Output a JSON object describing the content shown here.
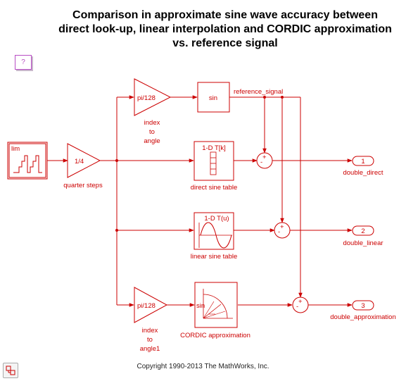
{
  "title_lines": [
    "Comparison in approximate sine wave accuracy between",
    "direct look-up, linear interpolation and CORDIC approximation",
    "vs. reference signal"
  ],
  "help_label": "?",
  "copyright": "Copyright 1990-2013 The MathWorks, Inc.",
  "colors": {
    "wire": "#cc0000",
    "help": "#b84dc4"
  },
  "blocks": {
    "counter": {
      "label": "lim",
      "icon": "staircase-icon"
    },
    "quarter_steps": {
      "gain": "1/4",
      "label": "quarter steps"
    },
    "gain_top": {
      "gain": "pi/128",
      "label_lines": [
        "index",
        "to",
        "angle"
      ]
    },
    "sin": {
      "text": "sin"
    },
    "direct_table": {
      "header": "1-D T[k]",
      "label": "direct sine table"
    },
    "linear_table": {
      "header": "1-D T(u)",
      "label": "linear sine table"
    },
    "gain_bottom": {
      "gain": "pi/128",
      "label_lines": [
        "index",
        "to",
        "angle1"
      ]
    },
    "cordic": {
      "text": "sin",
      "label": "CORDIC approximation"
    }
  },
  "signal_label": "reference_signal",
  "sum_signs": {
    "minus": "-",
    "plus": "+"
  },
  "outports": [
    {
      "num": "1",
      "label": "double_direct"
    },
    {
      "num": "2",
      "label": "double_linear"
    },
    {
      "num": "3",
      "label": "double_approximation"
    }
  ]
}
